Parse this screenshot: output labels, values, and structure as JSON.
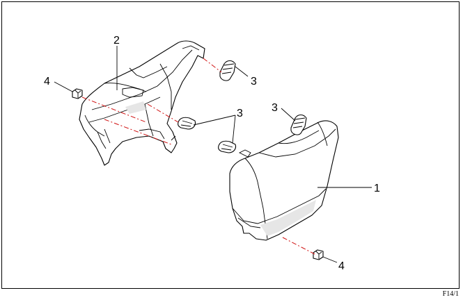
{
  "callouts": {
    "c1": "1",
    "c2": "2",
    "c3a": "3",
    "c3b": "3",
    "c3c": "3",
    "c4a": "4",
    "c4b": "4"
  },
  "page_ref": "F14/1",
  "colors": {
    "axis_line": "#d01010",
    "outline": "#000000",
    "background": "#ffffff"
  }
}
